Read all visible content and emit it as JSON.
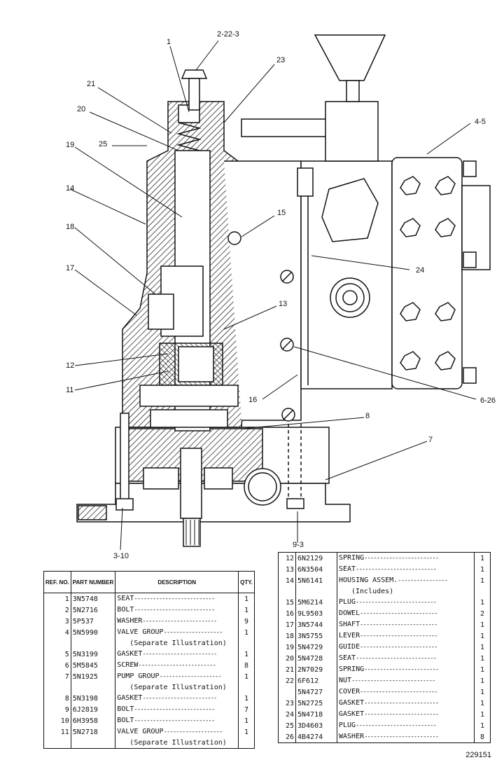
{
  "callouts": [
    "1",
    "2-22-3",
    "23",
    "21",
    "20",
    "25",
    "19",
    "4-5",
    "14",
    "15",
    "18",
    "24",
    "17",
    "13",
    "12",
    "11",
    "16",
    "6-26",
    "8",
    "7",
    "3-10",
    "9-3"
  ],
  "table_headers": {
    "ref": "REF. NO.",
    "part": "PART NUMBER",
    "desc": "DESCRIPTION",
    "qty": "QTY."
  },
  "left_rows": [
    {
      "ref": "1",
      "part": "3N5748",
      "desc": "SEAT",
      "qty": "1"
    },
    {
      "ref": "2",
      "part": "5N2716",
      "desc": "BOLT",
      "qty": "1"
    },
    {
      "ref": "3",
      "part": "5P537",
      "desc": "WASHER",
      "qty": "9"
    },
    {
      "ref": "4",
      "part": "5N5990",
      "desc": "VALVE GROUP",
      "qty": "1"
    },
    {
      "ref": "",
      "part": "",
      "desc": "(Separate Illustration)",
      "qty": ""
    },
    {
      "ref": "5",
      "part": "5N3199",
      "desc": "GASKET",
      "qty": "1"
    },
    {
      "ref": "6",
      "part": "5M5845",
      "desc": "SCREW",
      "qty": "8"
    },
    {
      "ref": "7",
      "part": "5N1925",
      "desc": "PUMP GROUP",
      "qty": "1"
    },
    {
      "ref": "",
      "part": "",
      "desc": "(Separate Illustration)",
      "qty": ""
    },
    {
      "ref": "8",
      "part": "5N3198",
      "desc": "GASKET",
      "qty": "1"
    },
    {
      "ref": "9",
      "part": "6J2819",
      "desc": "BOLT",
      "qty": "7"
    },
    {
      "ref": "10",
      "part": "6H3958",
      "desc": "BOLT",
      "qty": "1"
    },
    {
      "ref": "11",
      "part": "5N2718",
      "desc": "VALVE GROUP",
      "qty": "1"
    },
    {
      "ref": "",
      "part": "",
      "desc": "(Separate Illustration)",
      "qty": ""
    }
  ],
  "right_rows": [
    {
      "ref": "12",
      "part": "6N2129",
      "desc": "SPRING",
      "qty": "1"
    },
    {
      "ref": "13",
      "part": "6N3504",
      "desc": "SEAT",
      "qty": "1"
    },
    {
      "ref": "14",
      "part": "5N6141",
      "desc": "HOUSING ASSEM.",
      "qty": "1"
    },
    {
      "ref": "",
      "part": "",
      "desc": "(Includes)",
      "qty": ""
    },
    {
      "ref": "15",
      "part": "5M6214",
      "desc": "PLUG",
      "qty": "1"
    },
    {
      "ref": "16",
      "part": "9L9503",
      "desc": "DOWEL",
      "qty": "2"
    },
    {
      "ref": "17",
      "part": "3N5744",
      "desc": "SHAFT",
      "qty": "1"
    },
    {
      "ref": "18",
      "part": "3N5755",
      "desc": "LEVER",
      "qty": "1"
    },
    {
      "ref": "19",
      "part": "5N4729",
      "desc": "GUIDE",
      "qty": "1"
    },
    {
      "ref": "20",
      "part": "5N4728",
      "desc": "SEAT",
      "qty": "1"
    },
    {
      "ref": "21",
      "part": "2N7029",
      "desc": "SPRING",
      "qty": "1"
    },
    {
      "ref": "22",
      "part": "6F612",
      "desc": "NUT",
      "qty": "1"
    },
    {
      "ref": "",
      "part": "5N4727",
      "desc": "COVER",
      "qty": "1"
    },
    {
      "ref": "23",
      "part": "5N2725",
      "desc": "GASKET",
      "qty": "1"
    },
    {
      "ref": "24",
      "part": "5N4718",
      "desc": "GASKET",
      "qty": "1"
    },
    {
      "ref": "25",
      "part": "3D4603",
      "desc": "PLUG",
      "qty": "1"
    },
    {
      "ref": "26",
      "part": "4B4274",
      "desc": "WASHER",
      "qty": "8"
    }
  ],
  "drawing_number": "229151"
}
